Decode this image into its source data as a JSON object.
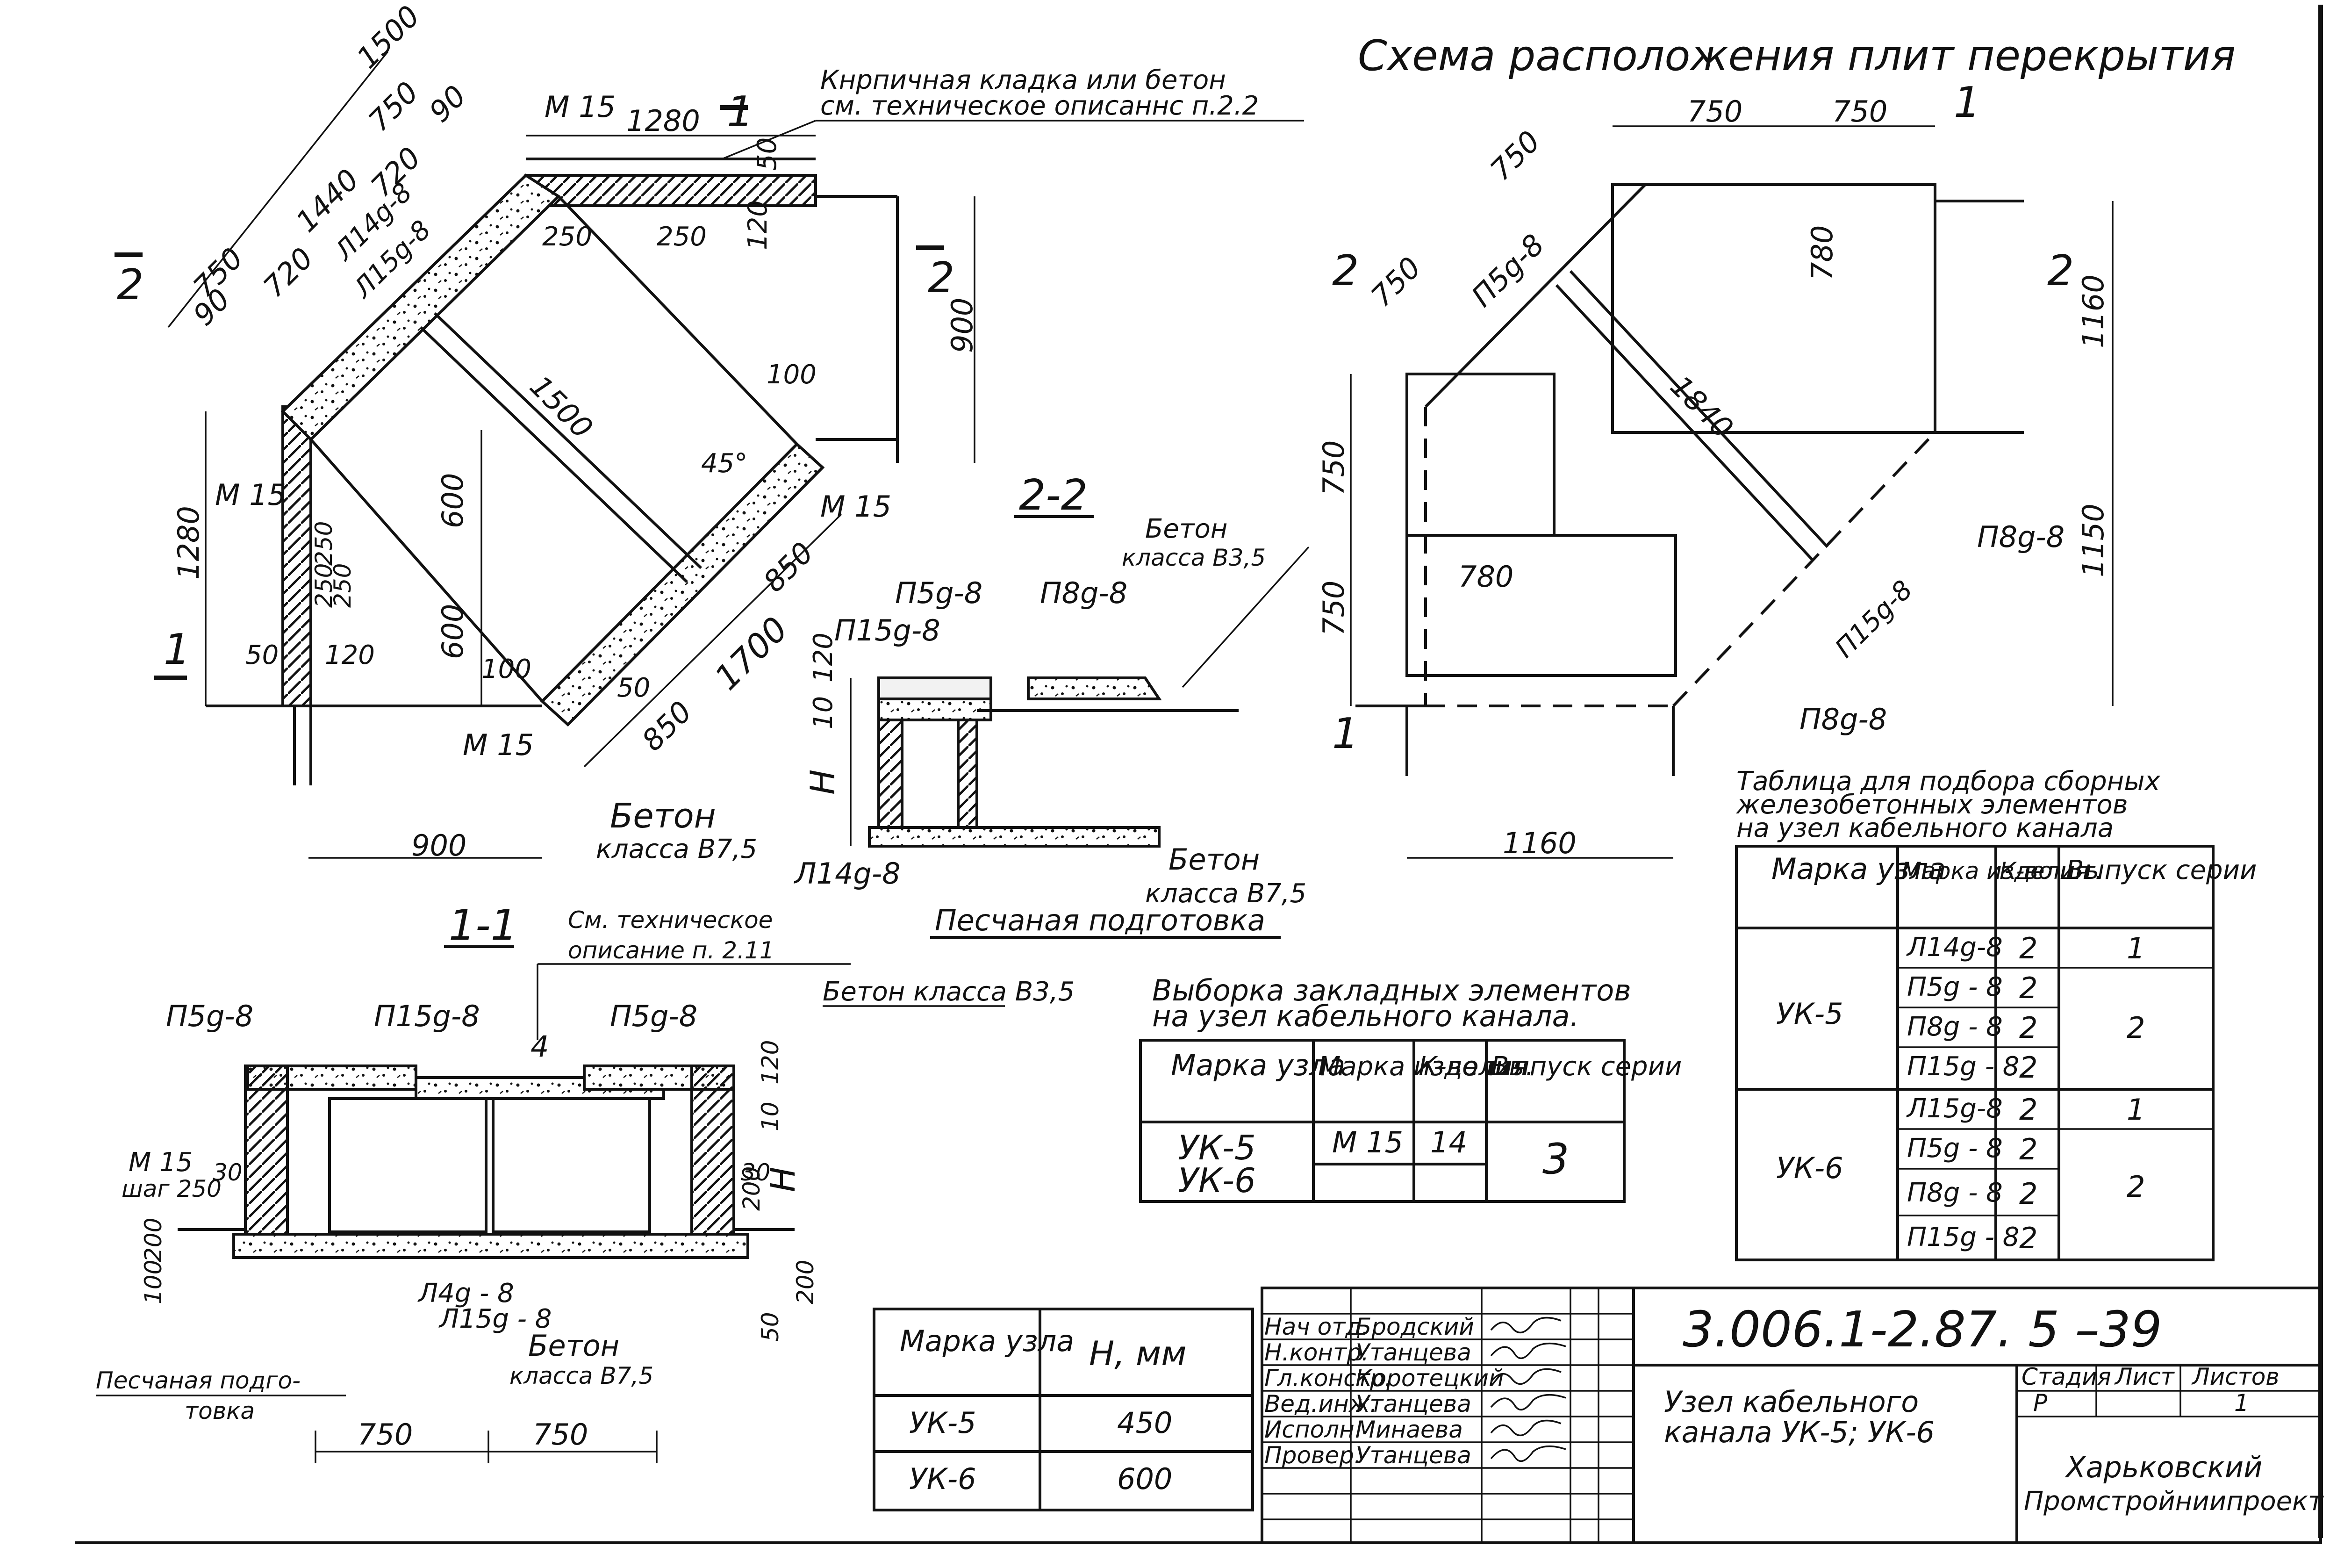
{
  "top_note": {
    "line1": "Кнрпичная кладка или бетон",
    "line2": "см. техническое описаннс п.2.2"
  },
  "plan": {
    "markers": {
      "s1": "1",
      "s2": "2"
    },
    "dims": {
      "d1500": "1500",
      "d750a": "750",
      "d90a": "90",
      "d1440": "1440",
      "d720a": "720",
      "d750b": "750",
      "d90b": "90",
      "d720b": "720",
      "d1280top": "1280",
      "d50a": "50",
      "d250a": "250",
      "d250b": "250",
      "d120a": "120",
      "d900r": "900",
      "d100a": "100",
      "d1500mid": "1500",
      "d45": "45°",
      "d600a": "600",
      "d600b": "600",
      "d850a": "850",
      "d1700": "1700",
      "d850b": "850",
      "d100b": "100",
      "d50b": "50",
      "d1280left": "1280",
      "d250c": "250",
      "d250d": "250",
      "d250e": "250",
      "d50c": "50",
      "d120b": "120",
      "d900bot": "900"
    },
    "labels": {
      "m15_top": "M 15",
      "m15_left": "M 15",
      "m15_right": "M 15",
      "m15_bottom": "M 15",
      "l14": "Л14g-8",
      "l15": "Л15g-8",
      "beton": "Бетон",
      "beton_class": "класса В7,5"
    }
  },
  "s22": {
    "title": "2-2",
    "labels": {
      "beton": "Бетон",
      "beton_class": "класса В3,5",
      "p5": "П5g-8",
      "p8": "П8g-8",
      "p15": "П15g-8",
      "l14": "Л14g-8",
      "beton2": "Бетон",
      "beton2_class": "класса В7,5",
      "sand": "Песчаная подготовка"
    },
    "dims": {
      "d120": "120",
      "d10": "10",
      "h": "H"
    }
  },
  "s11": {
    "title": "1-1",
    "labels": {
      "tech1": "См. техническое",
      "tech2": "описание п. 2.11",
      "p5a": "П5g-8",
      "p15": "П15g-8",
      "p5b": "П5g-8",
      "beton35": "Бетон класса В3,5",
      "m15": "M 15",
      "step": "шаг 250",
      "l4": "Л4g - 8",
      "l15": "Л15g - 8",
      "beton": "Бетон",
      "beton_class": "класса В7,5",
      "sand1": "Песчаная подго-",
      "sand2": "товка",
      "mark4": "4"
    },
    "dims": {
      "d30a": "30",
      "d30b": "30",
      "d120": "120",
      "d10": "10",
      "d200a": "200",
      "h": "H",
      "d200l": "200",
      "d100l": "100",
      "d200b": "200",
      "d50": "50",
      "d750a": "750",
      "d750b": "750"
    }
  },
  "layout_scheme": {
    "title": "Схема расположения плит перекрытия",
    "markers": {
      "s1": "1",
      "s2a": "2",
      "s2b": "2"
    },
    "dims": {
      "d750a": "750",
      "d750b": "750",
      "d750c": "750",
      "d750d": "750",
      "d780a": "780",
      "d1160r": "1160",
      "d1840": "1840",
      "d750e": "750",
      "d1150": "1150",
      "d780b": "780",
      "d750f": "750",
      "d1160b": "1160"
    },
    "labels": {
      "p5": "П5g-8",
      "p8a": "П8g-8",
      "p15": "П15g-8",
      "p8b": "П8g-8"
    }
  },
  "embedded_table": {
    "title1": "Выборка закладных элементов",
    "title2": "на узел кабельного канала.",
    "headers": [
      "Марка узла",
      "Марка изделия",
      "К-во шт.",
      "Выпуск серии"
    ],
    "node1": "УК-5",
    "node2": "УК-6",
    "item": "M 15",
    "qty": "14",
    "series": "3"
  },
  "h_table": {
    "headers": [
      "Марка узла",
      "H, мм"
    ],
    "rows": [
      [
        "УК-5",
        "450"
      ],
      [
        "УК-6",
        "600"
      ]
    ]
  },
  "selection_table": {
    "title1": "Таблица для подбора сборных",
    "title2": "железобетонных элементов",
    "title3": "на узел кабельного канала",
    "headers": [
      "Марка узла",
      "Марка изделия",
      "К-во шт.",
      "Выпуск серии"
    ],
    "groups": [
      {
        "node": "УК-5",
        "rows": [
          [
            "Л14g-8",
            "2"
          ],
          [
            "П5g - 8",
            "2"
          ],
          [
            "П8g - 8",
            "2"
          ],
          [
            "П15g - 8",
            "2"
          ]
        ],
        "series1": "1",
        "series2": "2"
      },
      {
        "node": "УК-6",
        "rows": [
          [
            "Л15g-8",
            "2"
          ],
          [
            "П5g - 8",
            "2"
          ],
          [
            "П8g - 8",
            "2"
          ],
          [
            "П15g - 8",
            "2"
          ]
        ],
        "series1": "1",
        "series2": "2"
      }
    ]
  },
  "title_block": {
    "doc_number": "3.006.1-2.87. 5 –39",
    "roles": [
      [
        "Нач отд.",
        "Бродский"
      ],
      [
        "Н.контр.",
        "Утанцева"
      ],
      [
        "Гл.констр.",
        "Коротецкий"
      ],
      [
        "Вед.инж.",
        "Утанцева"
      ],
      [
        "Исполн.",
        "Минаева"
      ],
      [
        "Провер.",
        "Утанцева"
      ]
    ],
    "name1": "Узел кабельного",
    "name2": "канала УК-5; УК-6",
    "stage_label": "Стадия",
    "sheet_label": "Лист",
    "sheets_label": "Листов",
    "stage": "Р",
    "sheet": "",
    "sheets": "1",
    "org1": "Харьковский",
    "org2": "Промстройниипроект"
  }
}
